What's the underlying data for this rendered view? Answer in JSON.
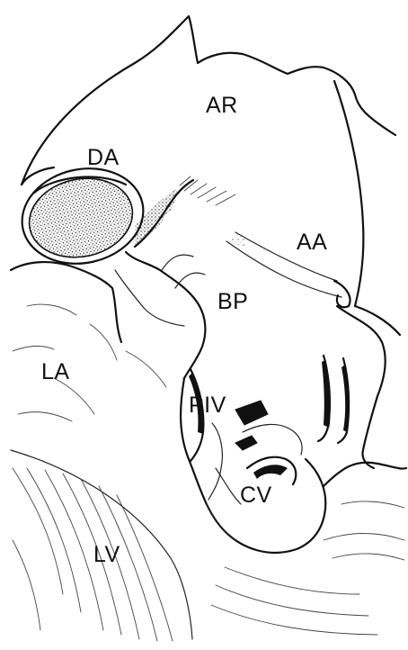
{
  "labels": {
    "ar": "AR",
    "da": "DA",
    "aa": "AA",
    "bp": "BP",
    "la": "LA",
    "piv": "PIV",
    "cv": "CV",
    "lv": "LV"
  },
  "colors": {
    "ink": "#111111",
    "background": "#ffffff"
  }
}
